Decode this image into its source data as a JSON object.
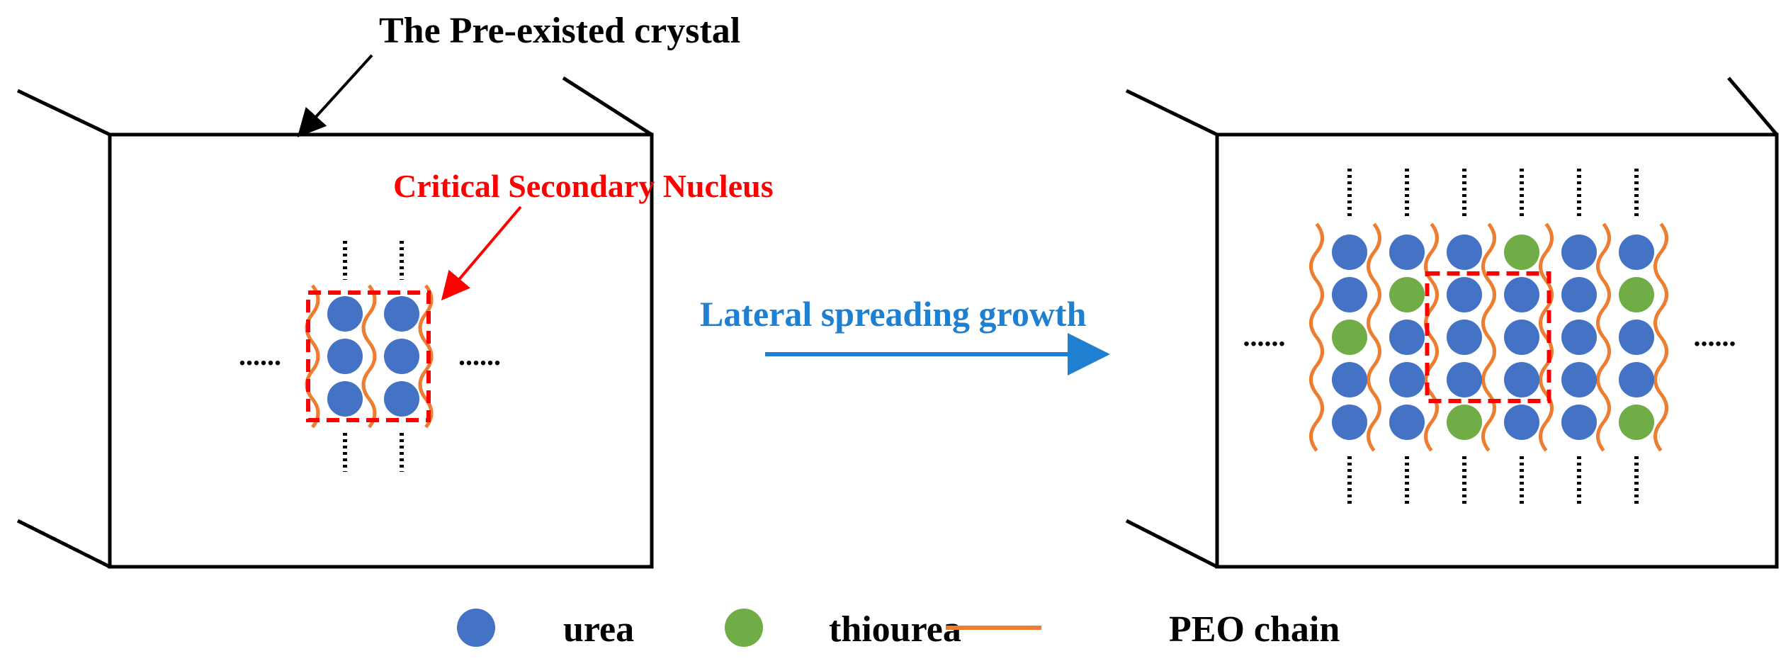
{
  "labels": {
    "title": "The Pre-existed crystal",
    "nucleus": "Critical Secondary Nucleus",
    "growth": "Lateral spreading growth",
    "dots": "......"
  },
  "legend": [
    {
      "label": "urea",
      "icon": "blue-circle-icon",
      "color": "#4472C4"
    },
    {
      "label": "thiourea",
      "icon": "green-circle-icon",
      "color": "#70AD47"
    },
    {
      "label": "PEO chain",
      "icon": "orange-line-icon",
      "color": "#ED7D31"
    }
  ],
  "colors": {
    "urea": "#4472C4",
    "thiourea": "#70AD47",
    "peo": "#ED7D31",
    "nucleus_box": "#FF0000",
    "growth_arrow": "#1F7FD0",
    "outline": "#000000"
  },
  "left_nucleus": {
    "rows": 3,
    "cols": 2,
    "grid": [
      [
        "urea",
        "urea"
      ],
      [
        "urea",
        "urea"
      ],
      [
        "urea",
        "urea"
      ]
    ]
  },
  "right_crystal": {
    "rows": 5,
    "cols": 6,
    "grid": [
      [
        "urea",
        "urea",
        "urea",
        "thiourea",
        "urea",
        "urea"
      ],
      [
        "urea",
        "thiourea",
        "urea",
        "urea",
        "urea",
        "thiourea"
      ],
      [
        "thiourea",
        "urea",
        "urea",
        "urea",
        "urea",
        "urea"
      ],
      [
        "urea",
        "urea",
        "urea",
        "urea",
        "urea",
        "urea"
      ],
      [
        "urea",
        "urea",
        "thiourea",
        "urea",
        "urea",
        "thiourea"
      ]
    ]
  }
}
